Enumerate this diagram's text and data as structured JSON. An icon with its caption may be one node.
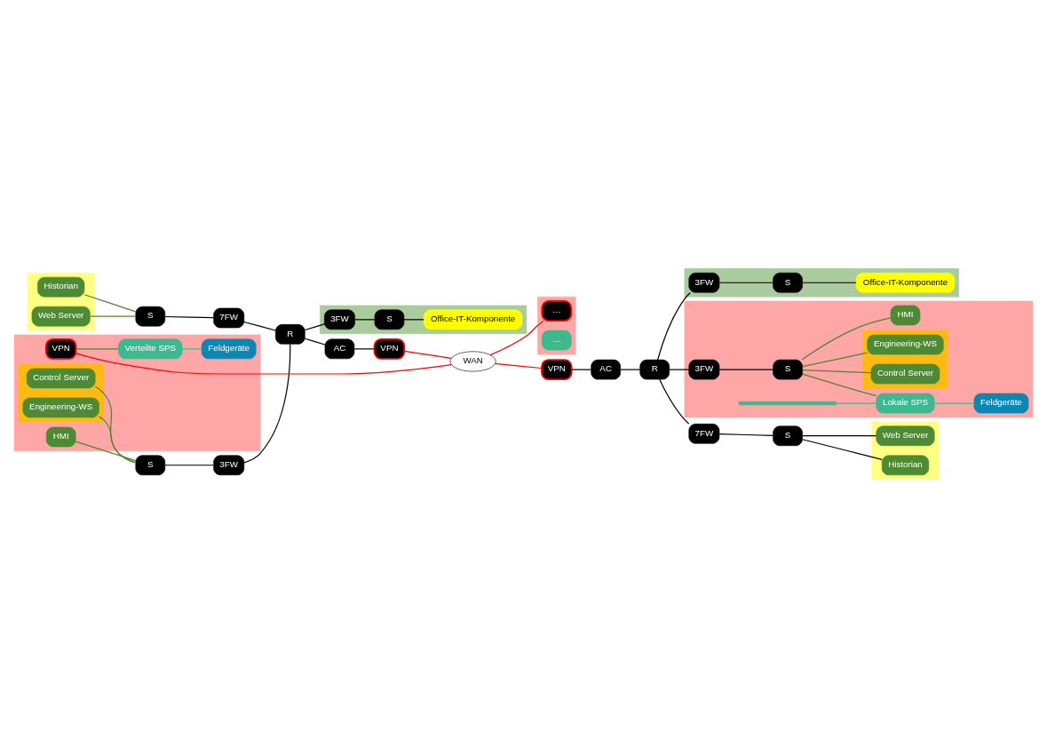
{
  "diagram": {
    "nodes": [
      {
        "text": [],
        "shape": "box"
      },
      {
        "text": [
          "Historian"
        ],
        "in": 0
      },
      {
        "text": [
          "Web Server"
        ],
        "in": 0
      },
      {
        "text": [
          "S"
        ]
      },
      {
        "text": [
          "7FW"
        ]
      },
      {
        "text": [],
        "shape": "box"
      },
      {
        "text": [],
        "shape": "box",
        "in": 5
      },
      {
        "text": [
          "S"
        ]
      },
      {
        "text": [
          "3FW"
        ]
      },
      {
        "text": [
          "Control Server"
        ],
        "in": 6
      },
      {
        "text": [
          "Engineering-WS"
        ],
        "in": 6
      },
      {
        "text": [
          "HMI"
        ],
        "in": 5
      },
      {
        "text": [
          "VPN"
        ],
        "in": 5
      },
      {
        "text": [
          "Verteilte SPS"
        ],
        "in": 5
      },
      {
        "text": [
          "Feldgeräte"
        ],
        "in": 5
      },
      {
        "text": [],
        "shape": "box"
      },
      {
        "text": [
          "…"
        ],
        "in": 15
      },
      {
        "text": [
          "…"
        ],
        "in": 15
      },
      {
        "text": [
          "R"
        ]
      },
      {
        "text": [
          "AC"
        ]
      },
      {
        "text": [
          "VPN"
        ]
      },
      {
        "text": [
          "WAN"
        ]
      },
      {
        "text": [
          "VPN"
        ]
      },
      {
        "text": [
          "AC"
        ]
      },
      {
        "text": [
          "R"
        ]
      },
      {
        "text": [],
        "shape": "box"
      },
      {
        "text": [
          "3FW"
        ],
        "in": 25
      },
      {
        "text": [
          "S"
        ],
        "in": 25
      },
      {
        "text": [
          "Office-IT-Komponente"
        ],
        "in": 25
      },
      {
        "text": [],
        "shape": "box"
      },
      {
        "text": [
          "3FW"
        ],
        "in": 29
      },
      {
        "text": [
          "S"
        ],
        "in": 29
      },
      {
        "text": [
          "Office-IT-Komponente"
        ],
        "in": 29
      },
      {
        "text": [],
        "shape": "box"
      },
      {
        "text": [
          "7FW"
        ]
      },
      {
        "text": [
          "S"
        ]
      },
      {
        "text": [
          "Historian"
        ],
        "in": 33
      },
      {
        "text": [
          "Web Server"
        ],
        "in": 33
      },
      {
        "text": [],
        "shape": "box"
      },
      {
        "text": [
          "3FW"
        ],
        "in": 38
      },
      {
        "text": [
          "S"
        ],
        "in": 38
      },
      {
        "text": [],
        "shape": "box",
        "in": 38
      },
      {
        "text": [
          "Control Server"
        ],
        "in": 41
      },
      {
        "text": [
          "Engineering-WS"
        ],
        "in": 41
      },
      {
        "text": [
          "HMI"
        ],
        "in": 38
      },
      {
        "text": [],
        "shape": "bar",
        "in": 38
      },
      {
        "text": [
          "Lokale SPS"
        ],
        "in": 38
      },
      {
        "text": [
          "Feldgeräte"
        ],
        "in": 38
      }
    ],
    "edges": [
      {
        "from": 1,
        "to": 3,
        "arrow": "none",
        "color": "#548235"
      },
      {
        "from": 2,
        "to": 3,
        "arrow": "none",
        "color": "#548235"
      },
      {
        "from": 3,
        "to": 4,
        "arrow": "none"
      },
      {
        "from": 4,
        "to": 18,
        "arrow": "none"
      },
      {
        "from": 8,
        "to": 18,
        "arrow": "none"
      },
      {
        "from": 18,
        "to": 26,
        "arrow": "none"
      },
      {
        "from": 7,
        "to": 8,
        "arrow": "none"
      },
      {
        "from": 9,
        "to": 7,
        "arrow": "none",
        "color": "#548235"
      },
      {
        "from": 10,
        "to": 7,
        "arrow": "none",
        "color": "#548235"
      },
      {
        "from": 11,
        "to": 7,
        "arrow": "none",
        "color": "#548235"
      },
      {
        "from": 18,
        "to": 19,
        "arrow": "none"
      },
      {
        "from": 19,
        "to": 20,
        "arrow": "none"
      },
      {
        "from": 20,
        "to": 21,
        "arrow": "none",
        "color": "#ff0000"
      },
      {
        "from": 21,
        "to": 22,
        "arrow": "none",
        "color": "#ff0000"
      },
      {
        "from": 21,
        "to": 12,
        "arrow": "none",
        "color": "#ff0000"
      },
      {
        "from": 21,
        "to": 16,
        "arrow": "none",
        "color": "#ff0000"
      },
      {
        "from": 12,
        "to": 13,
        "arrow": "none",
        "color": "#548235"
      },
      {
        "from": 13,
        "to": 14,
        "arrow": "none",
        "color": "#3cb98f"
      },
      {
        "from": 22,
        "to": 23,
        "arrow": "none"
      },
      {
        "from": 23,
        "to": 24,
        "arrow": "none"
      },
      {
        "from": 24,
        "to": 30,
        "arrow": "none"
      },
      {
        "from": 24,
        "to": 34,
        "arrow": "none"
      },
      {
        "from": 24,
        "to": 39,
        "arrow": "none"
      },
      {
        "from": 26,
        "to": 27,
        "arrow": "none"
      },
      {
        "from": 27,
        "to": 28,
        "arrow": "none"
      },
      {
        "from": 30,
        "to": 31,
        "arrow": "none"
      },
      {
        "from": 31,
        "to": 32,
        "arrow": "none"
      },
      {
        "from": 34,
        "to": 35,
        "arrow": "none"
      },
      {
        "from": 35,
        "to": 36,
        "arrow": "none"
      },
      {
        "from": 35,
        "to": 37,
        "arrow": "none"
      },
      {
        "from": 39,
        "to": 40,
        "arrow": "none"
      },
      {
        "from": 40,
        "to": 42,
        "arrow": "none",
        "color": "#548235"
      },
      {
        "from": 40,
        "to": 43,
        "arrow": "none",
        "color": "#548235"
      },
      {
        "from": 40,
        "to": 44,
        "arrow": "none",
        "color": "#548235"
      },
      {
        "from": 40,
        "to": 46,
        "arrow": "none",
        "color": "#548235"
      },
      {
        "from": 45,
        "to": 46,
        "arrow": "none",
        "color": "#3cb98f"
      },
      {
        "from": 46,
        "to": 47,
        "arrow": "none",
        "color": "#3cb98f"
      }
    ]
  }
}
